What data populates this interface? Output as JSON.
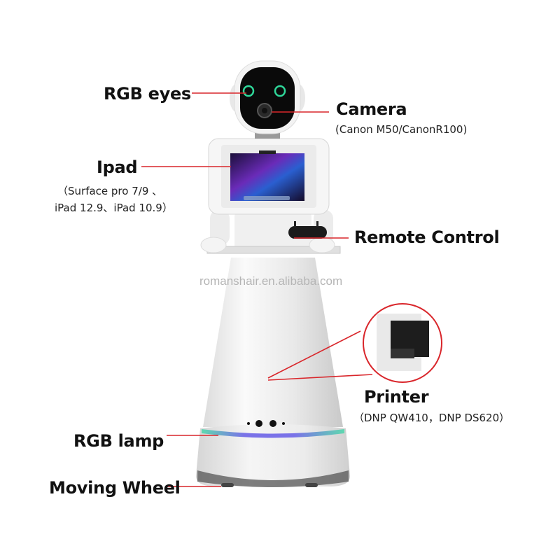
{
  "callouts": {
    "rgb_eyes": {
      "title": "RGB eyes"
    },
    "camera": {
      "title": "Camera",
      "detail": "(Canon M50/CanonR100)"
    },
    "ipad": {
      "title": "Ipad",
      "detail_line1": "（Surface pro 7/9 、",
      "detail_line2": "iPad 12.9、iPad 10.9）"
    },
    "remote_control": {
      "title": "Remote Control"
    },
    "printer": {
      "title": "Printer",
      "detail": "（DNP QW410，DNP DS620）"
    },
    "rgb_lamp": {
      "title": "RGB lamp"
    },
    "moving_wheel": {
      "title": "Moving Wheel"
    }
  },
  "watermark": "romanshair.en.alibaba.com",
  "colors": {
    "leader_line": "#d9262b",
    "eye_glow": "#2fd89a",
    "lamp_green": "#5fd8b0",
    "lamp_blue": "#7a72e8",
    "body_white": "#f2f2f2",
    "face_black": "#0a0a0a"
  }
}
